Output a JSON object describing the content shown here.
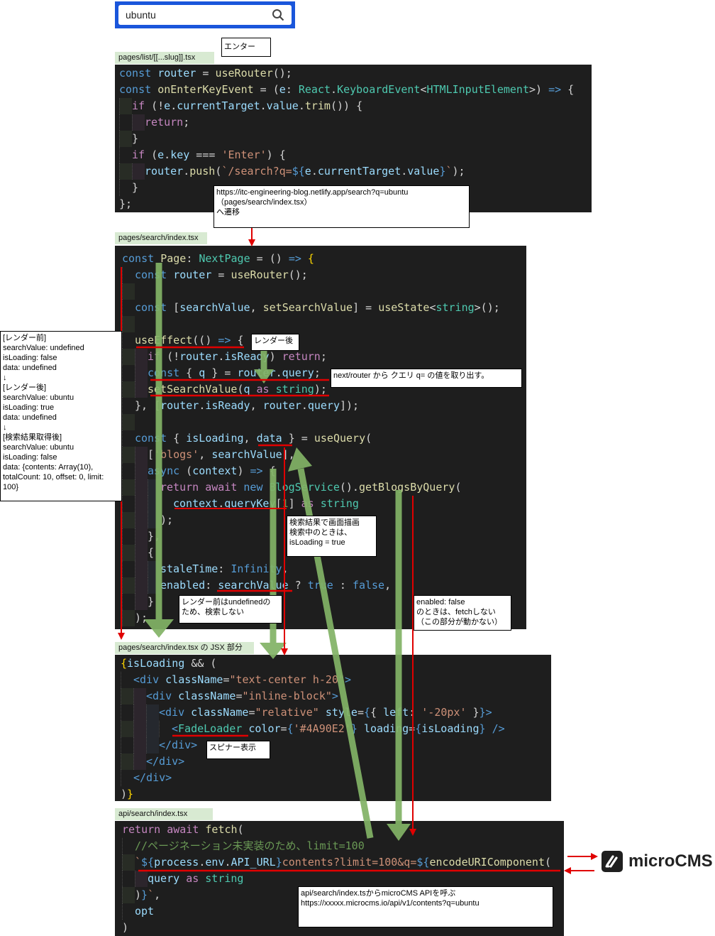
{
  "search": {
    "value": "ubuntu"
  },
  "enter_note": "エンター",
  "labels": {
    "list": "pages/list/[[...slug]].tsx",
    "search": "pages/search/index.tsx",
    "jsx": "pages/search/index.tsx の JSX 部分",
    "api": "api/search/index.tsx"
  },
  "code": {
    "list": [
      "const router = useRouter();",
      "const onEnterKeyEvent = (e: React.KeyboardEvent<HTMLInputElement>) => {",
      "  if (!e.currentTarget.value.trim()) {",
      "    return;",
      "  }",
      "  if (e.key === 'Enter') {",
      "    router.push(`/search?q=${e.currentTarget.value}`);",
      "  }",
      "};"
    ],
    "search": [
      "const Page: NextPage = () => {",
      "  const router = useRouter();",
      "",
      "  const [searchValue, setSearchValue] = useState<string>();",
      "",
      "  useEffect(() => {",
      "    if (!router.isReady) return;",
      "    const { q } = router.query;",
      "    setSearchValue(q as string);",
      "  }, [router.isReady, router.query]);",
      "",
      "  const { isLoading, data } = useQuery(",
      "    ['blogs', searchValue],",
      "    async (context) => {",
      "      return await new BlogService().getBlogsByQuery(",
      "        context.queryKey[1] as string",
      "      );",
      "    },",
      "    {",
      "      staleTime: Infinity,",
      "      enabled: searchValue ? true : false,",
      "    }",
      "  );"
    ],
    "jsx": [
      "{isLoading && (",
      "  <div className=\"text-center h-20\">",
      "    <div className=\"inline-block\">",
      "      <div className=\"relative\" style={{ left: '-20px' }}>",
      "        <FadeLoader color={'#4A90E2'} loading={isLoading} />",
      "      </div>",
      "    </div>",
      "  </div>",
      ")}"
    ],
    "api": [
      "return await fetch(",
      "  //ページネーション未実装のため、limit=100",
      "  `${process.env.API_URL}contents?limit=100&q=${encodeURIComponent(",
      "    query as string",
      "  )}`,",
      "  opt",
      ")"
    ]
  },
  "notes": {
    "transition": "https://itc-engineering-blog.netlify.app/search?q=ubuntu\n（pages/search/index.tsx）\nへ遷移",
    "states": "[レンダー前]\nsearchValue: undefined\nisLoading: false\ndata: undefined\n↓\n[レンダー後]\nsearchValue: ubuntu\nisLoading: true\ndata: undefined\n↓\n[検索結果取得後]\nsearchValue: ubuntu\nisLoading: false\ndata: {contents: Array(10),\ntotalCount: 10, offset: 0, limit:\n100}",
    "after_render": "レンダー後",
    "router_query": "next/router から クエリ q= の値を取り出す。",
    "searching": "検索結果で画面描画\n検索中のときは、\nisLoading = true",
    "before_render": "レンダー前はundefinedの\nため、検索しない",
    "enabled_false": "enabled: false\nのときは、fetchしない\n（この部分が動かない）",
    "spinner": "スピナー表示",
    "api_call": "api/search/index.tsからmicroCMS APIを呼ぶ\nhttps://xxxxx.microcms.io/api/v1/contents?q=ubuntu"
  },
  "logo": {
    "text": "microCMS"
  },
  "colors": {
    "search_border": "#1a56db",
    "arrow_red": "#e00000",
    "arrow_green": "#82b366"
  }
}
